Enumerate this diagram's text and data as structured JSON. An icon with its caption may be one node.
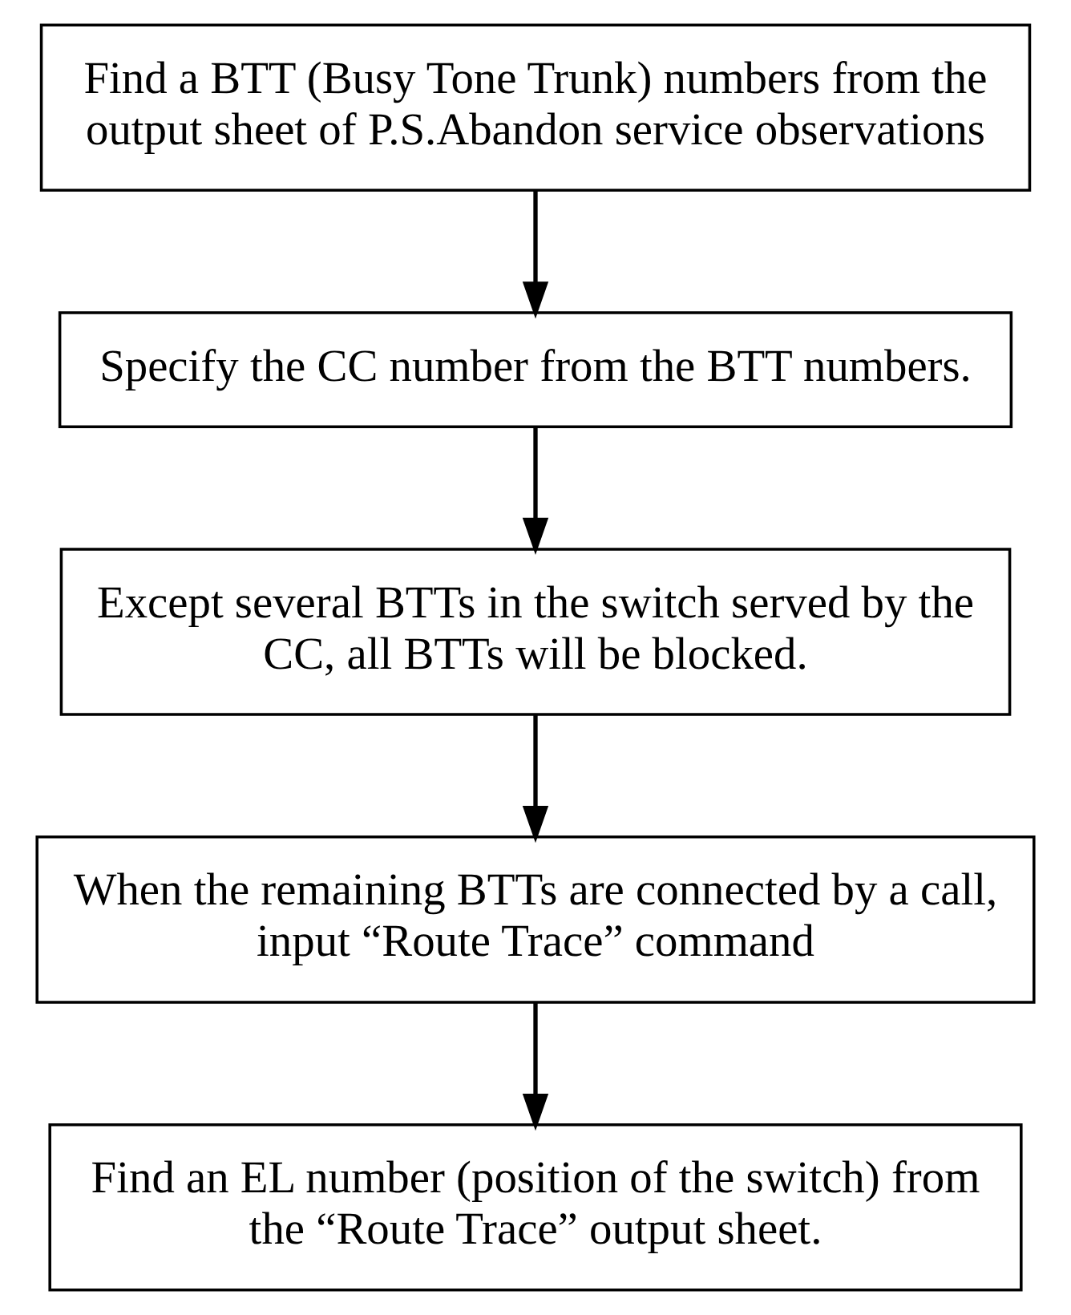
{
  "diagram": {
    "nodes": [
      {
        "text": [
          "Find a BTT (Busy Tone Trunk) numbers from the output sheet of P.S.Abandon service observations"
        ]
      },
      {
        "text": [
          "Specify the CC number from the BTT numbers."
        ]
      },
      {
        "text": [
          "Except several BTTs in the switch served by the CC, all BTTs will be blocked."
        ]
      },
      {
        "text": [
          "When the remaining BTTs are connected by a call, input “Route Trace” command"
        ]
      },
      {
        "text": [
          "Find an EL number (position of the switch) from the “Route Trace” output sheet."
        ]
      }
    ],
    "edges": [
      {
        "from": 0,
        "to": 1,
        "arrow": "to"
      },
      {
        "from": 1,
        "to": 2,
        "arrow": "to"
      },
      {
        "from": 2,
        "to": 3,
        "arrow": "to"
      },
      {
        "from": 3,
        "to": 4,
        "arrow": "to"
      }
    ]
  }
}
